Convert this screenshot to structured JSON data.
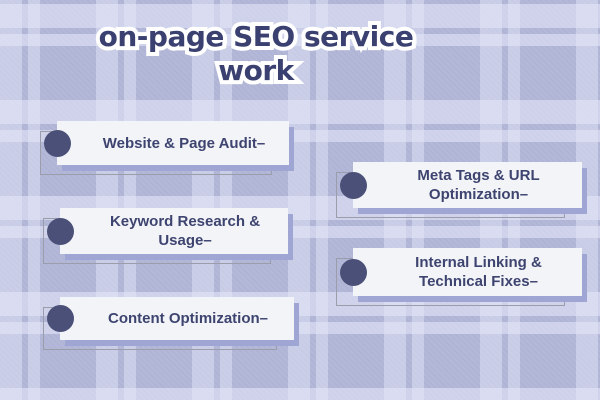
{
  "title": {
    "lines": [
      "on-page SEO service",
      "work"
    ]
  },
  "items": [
    {
      "label": "Website & Page Audit–"
    },
    {
      "label": "Keyword Research & Usage–"
    },
    {
      "label": "Content Optimization–"
    },
    {
      "label": "Meta Tags & URL Optimization–"
    },
    {
      "label": "Internal Linking & Technical Fixes–"
    }
  ],
  "colors": {
    "background_base": "#b4b8d8",
    "plaid_light": "#cdd0ea",
    "card_background": "#f3f4f8",
    "card_shadow": "#9fa6d4",
    "bullet": "#4a5078",
    "text": "#3e4470",
    "title_fill": "#3a4070",
    "title_outline": "#ffffff",
    "frame_outline": "#9c9dab"
  }
}
